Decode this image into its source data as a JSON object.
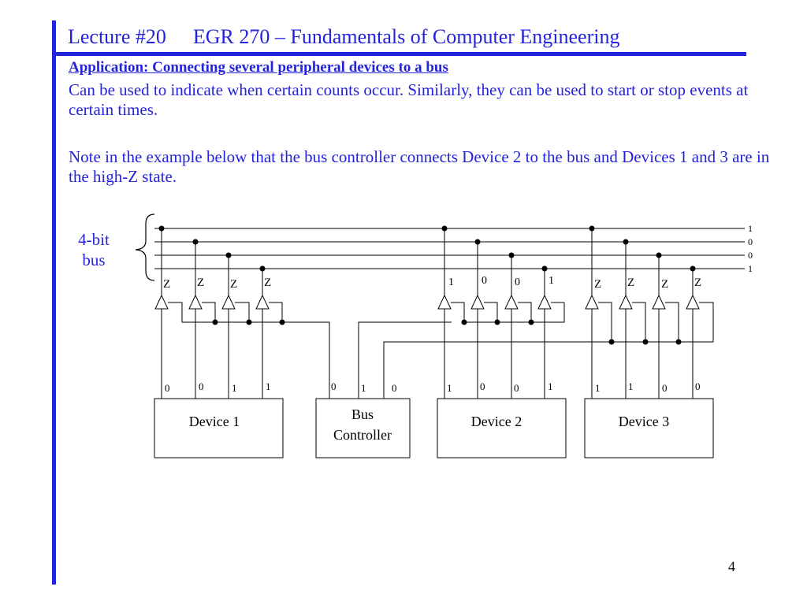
{
  "slide": {
    "lecture": "Lecture #20",
    "course": "EGR 270 – Fundamentals of Computer Engineering",
    "subtitle": "Application:  Connecting several peripheral devices to a bus",
    "paragraph1": "Can be used to indicate when certain counts occur.  Similarly, they can be used to start or stop events at certain times.",
    "paragraph2": "Note in the example below that the bus controller connects Device 2 to the bus and Devices 1 and 3 are in the high-Z state.",
    "page_number": "4",
    "accent_color": "#2323dc"
  },
  "diagram": {
    "bus_label_line1": "4-bit",
    "bus_label_line2": "bus",
    "bus_values": [
      "1",
      "0",
      "0",
      "1"
    ],
    "device1": {
      "label": "Device 1",
      "buffer_outputs": [
        "Z",
        "Z",
        "Z",
        "Z"
      ],
      "inputs": [
        "0",
        "0",
        "1",
        "1"
      ]
    },
    "controller": {
      "label_line1": "Bus",
      "label_line2": "Controller",
      "outputs": [
        "0",
        "1",
        "0"
      ]
    },
    "device2": {
      "label": "Device 2",
      "buffer_outputs": [
        "1",
        "0",
        "0",
        "1"
      ],
      "inputs": [
        "1",
        "0",
        "0",
        "1"
      ]
    },
    "device3": {
      "label": "Device 3",
      "buffer_outputs": [
        "Z",
        "Z",
        "Z",
        "Z"
      ],
      "inputs": [
        "1",
        "1",
        "0",
        "0"
      ]
    }
  }
}
